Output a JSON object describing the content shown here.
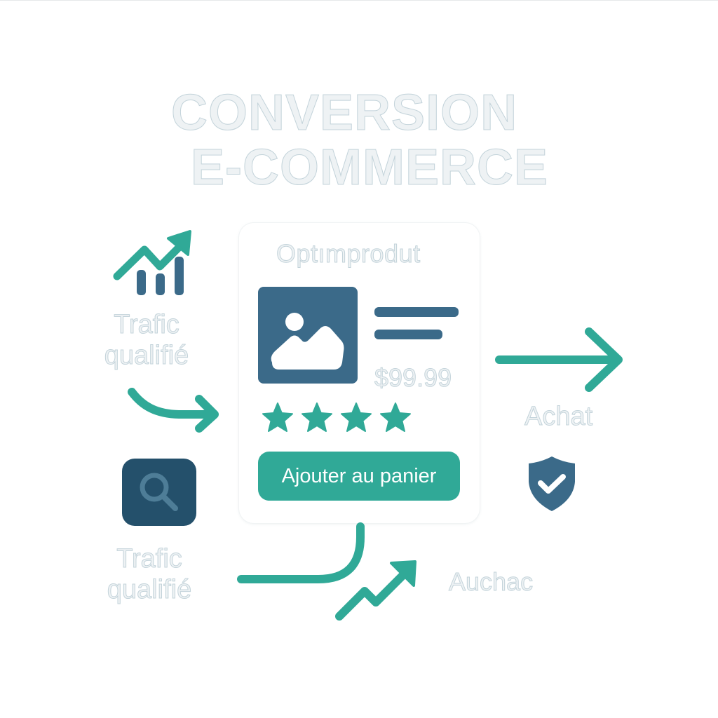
{
  "title": {
    "line1": "CONVERSION",
    "line2": "E-COMMERCE"
  },
  "left": {
    "top_icon": "trend-up-bar-chart-icon",
    "top_label": "Trafic qualifié",
    "top_arrow": "curved-arrow-right-icon",
    "search_icon": "search-icon",
    "bottom_label": "Trafic qualifié"
  },
  "card": {
    "title": "Optımprodut",
    "image_icon": "image-placeholder-icon",
    "price": "$99.99",
    "rating_stars": 4,
    "cart_button_label": "Ajouter au panier"
  },
  "right": {
    "arrow_icon": "arrow-right-icon",
    "achat_label": "Achat",
    "shield_icon": "shield-check-icon"
  },
  "bottom": {
    "connector": "curved-connector-line",
    "growth_icon": "trend-up-arrow-icon",
    "label": "Auchac"
  },
  "colors": {
    "teal": "#30a997",
    "steel_blue": "#3b6a89",
    "navy": "#24506b",
    "ghost_text_fill": "#eef2f4",
    "ghost_text_stroke": "#c3d3da",
    "background": "#ffffff"
  }
}
